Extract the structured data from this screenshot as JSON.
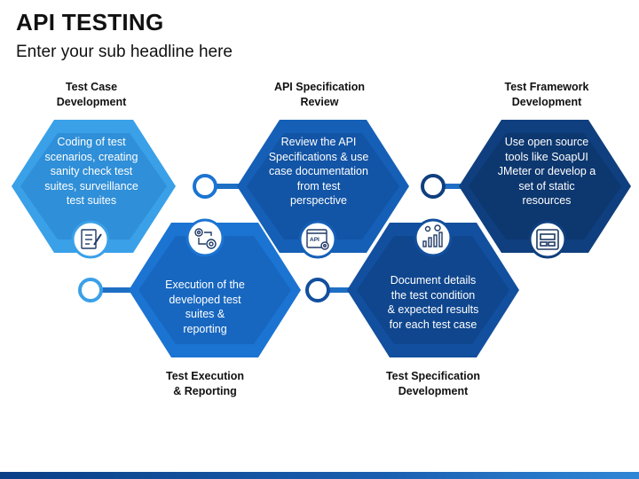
{
  "title": "API TESTING",
  "subtitle": "Enter your sub headline here",
  "steps": [
    {
      "label_line1": "Test Case",
      "label_line2": "Development",
      "text": [
        "Coding of test",
        "scenarios, creating",
        "sanity check test",
        "suites, surveillance",
        "test suites"
      ],
      "icon": "checklist-document-icon",
      "color": "#3aa0e8"
    },
    {
      "label_line1": "Test Execution",
      "label_line2": "& Reporting",
      "text": [
        "Execution of the",
        "developed test",
        "suites &",
        "reporting"
      ],
      "icon": "gears-process-icon",
      "color": "#1b74d2"
    },
    {
      "label_line1": "API Specification",
      "label_line2": "Review",
      "text": [
        "Review the API",
        "Specifications & use",
        "case documentation",
        "from test",
        "perspective"
      ],
      "icon": "api-document-icon",
      "color": "#155fb7"
    },
    {
      "label_line1": "Test Specification",
      "label_line2": "Development",
      "text": [
        "Document details",
        "the test condition",
        "& expected results",
        "for each test case"
      ],
      "icon": "growth-chart-gear-icon",
      "color": "#124f9e"
    },
    {
      "label_line1": "Test Framework",
      "label_line2": "Development",
      "text": [
        "Use open source",
        "tools like SoapUI",
        "JMeter or develop a",
        "set of static",
        "resources"
      ],
      "icon": "framework-window-icon",
      "color": "#0f3f7e"
    }
  ],
  "colors": {
    "accent_light": "#3aa0e8",
    "accent_dark": "#0f3f7e",
    "connector": "#1e6fc4"
  }
}
